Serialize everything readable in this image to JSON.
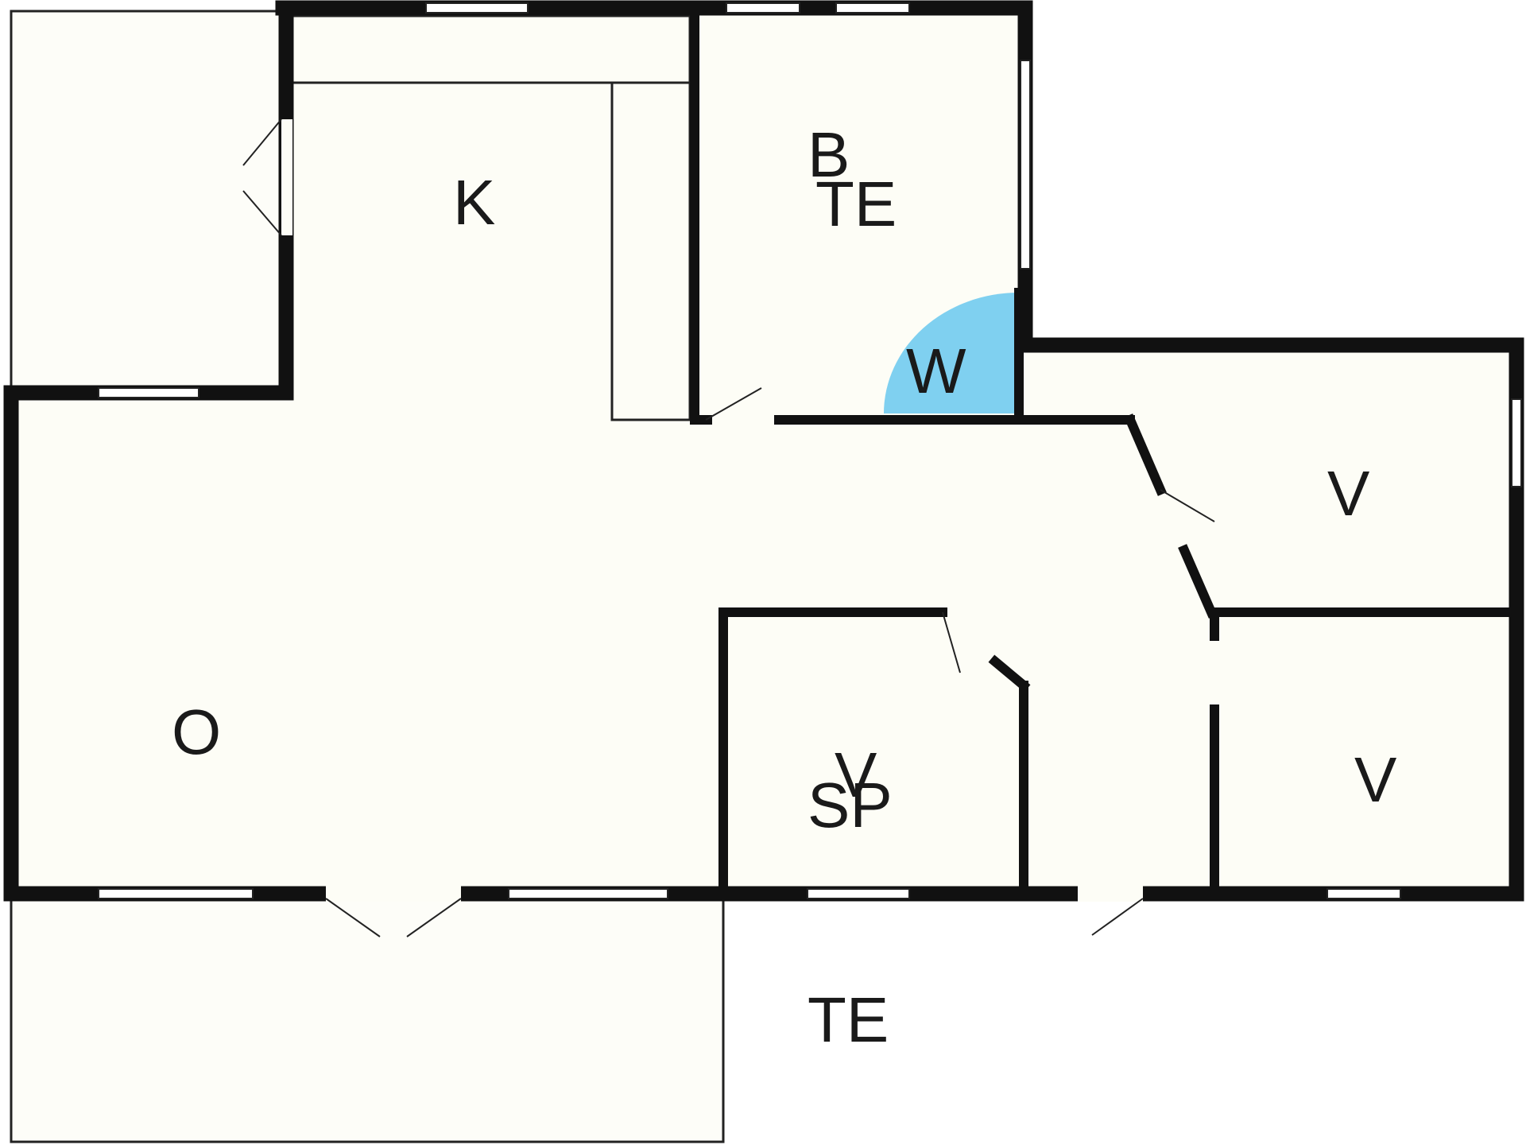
{
  "floor_plan": {
    "colors": {
      "wall": "#111111",
      "floor": "#fdfdf6",
      "wc_fixture": "#7fd0f0",
      "background": "#ffffff"
    },
    "rooms": {
      "kitchen": "K",
      "bathroom_b": "B",
      "bathroom_te": "TE",
      "wc": "W",
      "bedroom_1": "V",
      "bedroom_2": "V",
      "living": "O",
      "storage_v": "V",
      "storage_sp": "SP",
      "terrace": "TE"
    }
  }
}
